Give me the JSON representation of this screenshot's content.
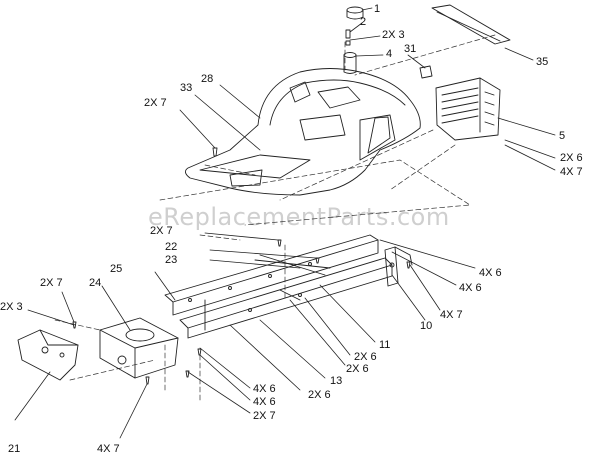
{
  "watermark": "eReplacementParts.com",
  "callouts": {
    "c1": "1",
    "c2": "2",
    "c2x3a": "2X 3",
    "c31": "31",
    "c4": "4",
    "c35": "35",
    "c28": "28",
    "c33": "33",
    "c2x7a": "2X 7",
    "c5": "5",
    "c2x6a": "2X 6",
    "c4x7a": "4X 7",
    "c2x7b": "2X 7",
    "c22": "22",
    "c23": "23",
    "c25": "25",
    "c4x6a": "4X 6",
    "c4x6b": "4X 6",
    "c2x7c": "2X 7",
    "c24": "24",
    "c2x3b": "2X 3",
    "c4x7b": "4X 7",
    "c10": "10",
    "c11": "11",
    "c2x6b": "2X 6",
    "c2x6c": "2X 6",
    "c13": "13",
    "c2x6d": "2X 6",
    "c4x6c": "4X 6",
    "c4x6d": "4X 6",
    "c2x7d": "2X 7",
    "c21": "21",
    "c4x7c": "4X 7"
  }
}
